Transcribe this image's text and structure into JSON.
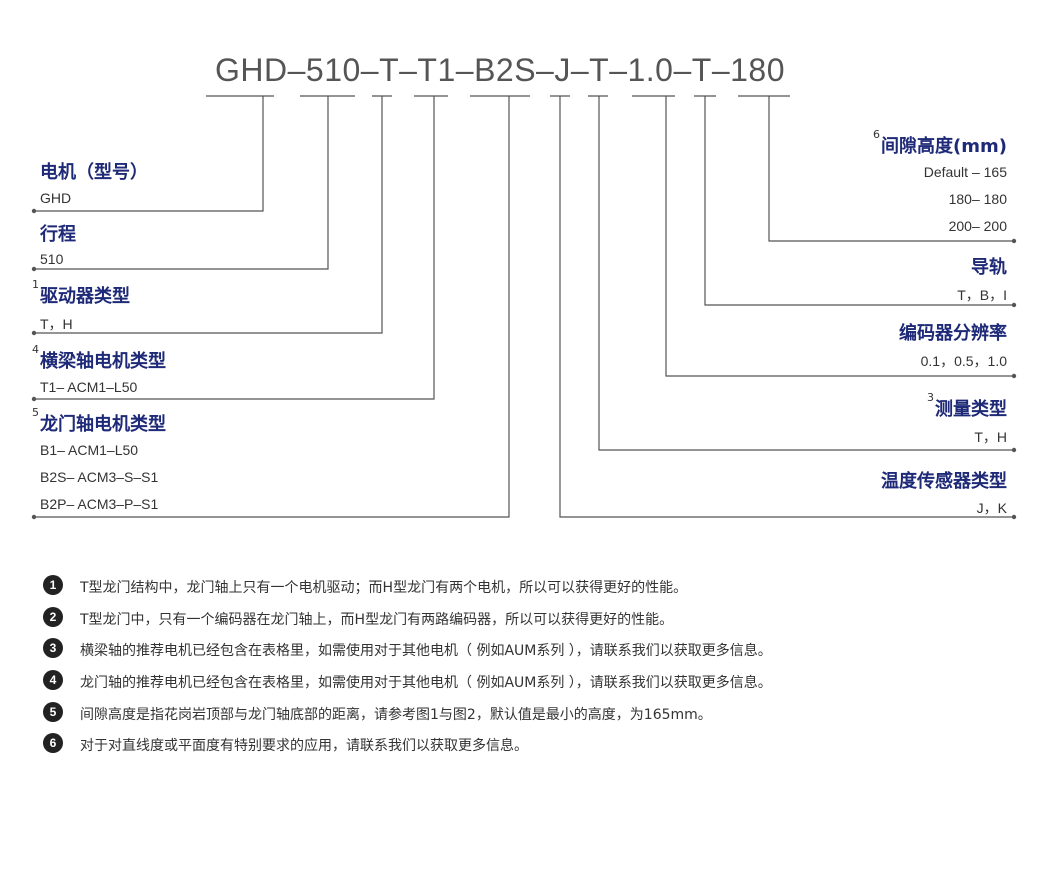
{
  "model_code": "GHD–510–T–T1–B2S–J–T–1.0–T–180",
  "left_fields": [
    {
      "sup": "",
      "title": "电机（型号）",
      "values": [
        "GHD"
      ]
    },
    {
      "sup": "",
      "title": "行程",
      "values": [
        "510"
      ]
    },
    {
      "sup": "1",
      "title": "驱动器类型",
      "values": [
        "T，H"
      ]
    },
    {
      "sup": "4",
      "title": "横梁轴电机类型",
      "values": [
        "T1– ACM1–L50"
      ]
    },
    {
      "sup": "5",
      "title": "龙门轴电机类型",
      "values": [
        "B1– ACM1–L50",
        "B2S– ACM3–S–S1",
        "B2P– ACM3–P–S1"
      ]
    }
  ],
  "right_fields": [
    {
      "sup": "6",
      "title": "间隙高度(mm)",
      "values": [
        "Default – 165",
        "180– 180",
        "200– 200"
      ]
    },
    {
      "sup": "",
      "title": "导轨",
      "values": [
        "T，B，I"
      ]
    },
    {
      "sup": "",
      "title": "编码器分辨率",
      "values": [
        "0.1，0.5，1.0"
      ]
    },
    {
      "sup": "3",
      "title": "测量类型",
      "values": [
        "T，H"
      ]
    },
    {
      "sup": "",
      "title": "温度传感器类型",
      "values": [
        "J，K"
      ]
    }
  ],
  "notes": [
    {
      "num": "1",
      "text": "T型龙门结构中，龙门轴上只有一个电机驱动；而H型龙门有两个电机，所以可以获得更好的性能。"
    },
    {
      "num": "2",
      "text": "T型龙门中，只有一个编码器在龙门轴上，而H型龙门有两路编码器，所以可以获得更好的性能。"
    },
    {
      "num": "3",
      "text": "横梁轴的推荐电机已经包含在表格里，如需使用对于其他电机（ 例如AUM系列 ），请联系我们以获取更多信息。"
    },
    {
      "num": "4",
      "text": "龙门轴的推荐电机已经包含在表格里，如需使用对于其他电机（ 例如AUM系列 ），请联系我们以获取更多信息。"
    },
    {
      "num": "5",
      "text": "间隙高度是指花岗岩顶部与龙门轴底部的距离，请参考图1与图2，默认值是最小的高度，为165mm。"
    },
    {
      "num": "6",
      "text": "对于对直线度或平面度有特别要求的应用，请联系我们以获取更多信息。"
    }
  ],
  "colors": {
    "title": "#1e2a78",
    "line": "#555555",
    "code": "#555555",
    "badge": "#222222"
  }
}
